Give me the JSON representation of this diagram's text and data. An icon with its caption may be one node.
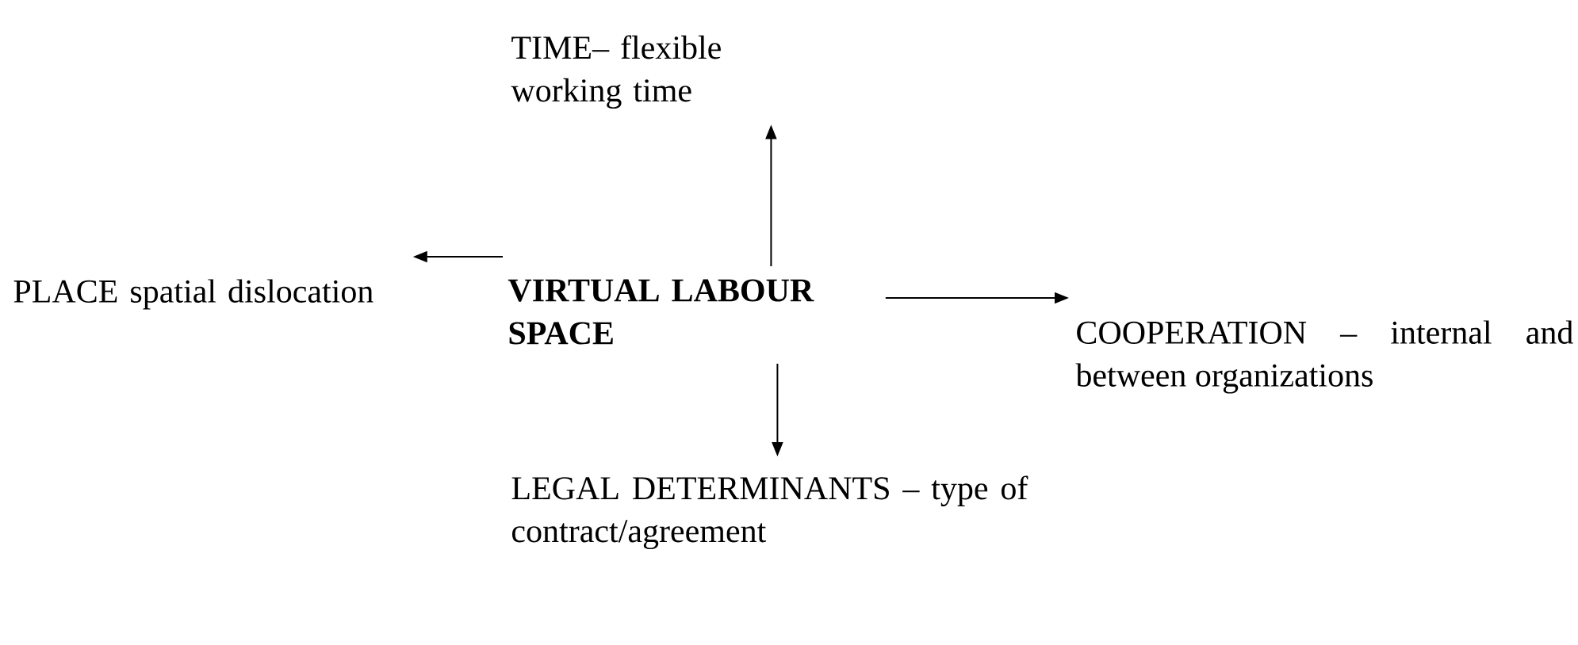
{
  "diagram": {
    "nodes": [
      {
        "text": [
          "TIME– flexible working time"
        ]
      },
      {
        "text": [
          "PLACE spatial dislocation"
        ]
      },
      {
        "text": [
          "VIRTUAL LABOUR SPACE"
        ]
      },
      {
        "text": [
          "COOPERATION – internal and between organizations"
        ]
      },
      {
        "text": [
          "LEGAL DETERMINANTS – type of contract/agreement"
        ]
      }
    ],
    "edges": [
      {
        "from": 2,
        "to": 0,
        "arrow": "to"
      },
      {
        "from": 2,
        "to": 1,
        "arrow": "to"
      },
      {
        "from": 2,
        "to": 3,
        "arrow": "to"
      },
      {
        "from": 2,
        "to": 4,
        "arrow": "to"
      }
    ]
  }
}
